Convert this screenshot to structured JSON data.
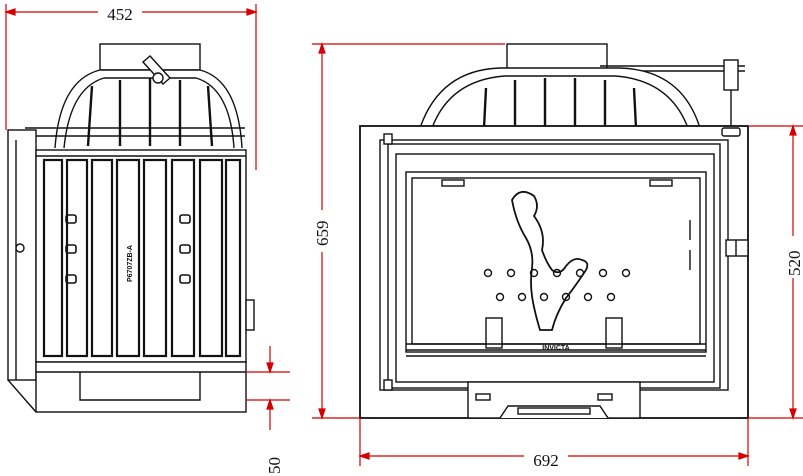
{
  "dimensions": {
    "side_width": "452",
    "front_height": "659",
    "front_inner_height": "520",
    "front_width": "692",
    "bottom_offset": "50"
  },
  "labels": {
    "model_code": "P6707ZB-A",
    "brand": "INVICTA"
  },
  "colors": {
    "outline": "#111111",
    "dimension_line": "#d40000"
  }
}
